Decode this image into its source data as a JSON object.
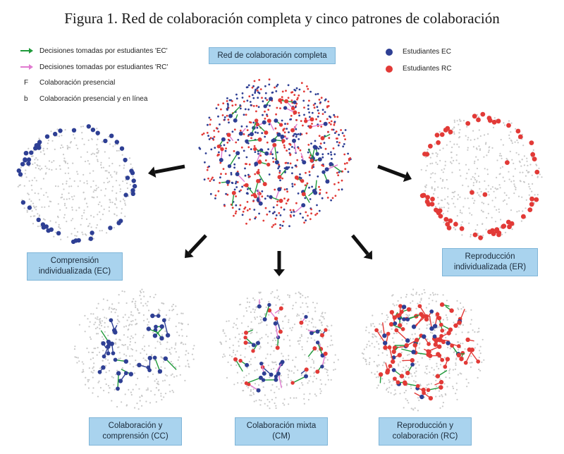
{
  "title": "Figura 1. Red de colaboración completa y cinco patrones de colaboración",
  "legend": {
    "ec_arrow": "Decisiones tomadas por estudiantes 'EC'",
    "rc_arrow": "Decisiones tomadas por estudiantes 'RC'",
    "f_symbol": "F",
    "f_label": "Colaboración presencial",
    "b_symbol": "b",
    "b_label": "Colaboración presencial y en línea",
    "ec_students": "Estudiantes EC",
    "rc_students": "Estudiantes RC"
  },
  "colors": {
    "ec": "#2e3f94",
    "rc": "#e23a37",
    "ec_arrow": "#1f9a3a",
    "rc_arrow": "#e07ad0",
    "gray_node": "#c8c8c8",
    "box_bg": "#a9d3ee"
  },
  "networks": {
    "full": {
      "label": "Red de colaboración completa"
    },
    "ec": {
      "label_1": "Comprensión",
      "label_2": "individualizada (EC)"
    },
    "er": {
      "label_1": "Reproducción",
      "label_2": "individualizada (ER)"
    },
    "cc": {
      "label_1": "Colaboración y",
      "label_2": "comprensión (CC)"
    },
    "cm": {
      "label_1": "Colaboración mixta",
      "label_2": "(CM)"
    },
    "rc": {
      "label_1": "Reproducción y",
      "label_2": "colaboración (RC)"
    }
  }
}
